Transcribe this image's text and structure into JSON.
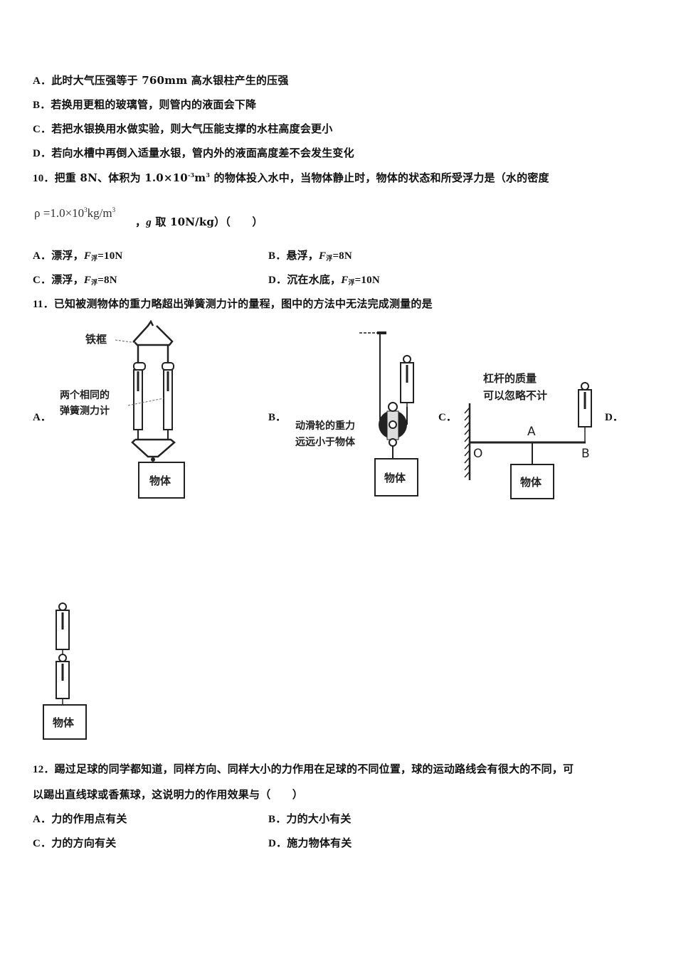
{
  "q9_options": [
    {
      "label": "A．",
      "text": "此时大气压强等于 760mm 高水银柱产生的压强"
    },
    {
      "label": "B．",
      "text": "若换用更粗的玻璃管，则管内的液面会下降"
    },
    {
      "label": "C．",
      "text": "若把水银换用水做实验，则大气压能支撑的水柱高度会更小"
    },
    {
      "label": "D．",
      "text": "若向水槽中再倒入适量水银，管内外的液面高度差不会发生变化"
    }
  ],
  "q10": {
    "number": "10．",
    "stem_part1": "把重 8N、体积为 1.0×10",
    "stem_exp1": "-3",
    "stem_part2": "m",
    "stem_exp2": "3",
    "stem_part3": " 的物体投入水中，当物体静止时，物体的状态和所受浮力是（水的密度",
    "formula_base": "ρ =1.0×10",
    "formula_exp": "3",
    "formula_unit": "kg/m",
    "formula_unit_exp": "3",
    "formula_tail_g": "g",
    "formula_tail": "取 10N/kg）（　　）",
    "formula_comma": "，",
    "options": [
      {
        "label": "A．",
        "state": "漂浮，",
        "F": "F",
        "sub": "浮",
        "value": "=10N"
      },
      {
        "label": "B．",
        "state": "悬浮，",
        "F": "F",
        "sub": "浮",
        "value": "=8N"
      },
      {
        "label": "C．",
        "state": "漂浮，",
        "F": "F",
        "sub": "浮",
        "value": "=8N"
      },
      {
        "label": "D．",
        "state": "沉在水底，",
        "F": "F",
        "sub": "浮",
        "value": "=10N"
      }
    ]
  },
  "q11": {
    "number": "11．",
    "stem": "已知被测物体的重力略超出弹簧测力计的量程，图中的方法中无法完成测量的是",
    "figures": {
      "A": {
        "label": "A．",
        "frame_label": "铁框",
        "meter_label_1": "两个相同的",
        "meter_label_2": "弹簧测力计",
        "object": "物体"
      },
      "B": {
        "label": "B．",
        "note_1": "动滑轮的重力",
        "note_2": "远远小于物体",
        "object": "物体"
      },
      "C": {
        "label": "C．",
        "note_1": "杠杆的质量",
        "note_2": "可以忽略不计",
        "point_o": "O",
        "point_a": "A",
        "point_b": "B",
        "object": "物体"
      },
      "D": {
        "label": "D．",
        "object": "物体"
      }
    }
  },
  "q12": {
    "number": "12．",
    "stem_line1": "踢过足球的同学都知道，同样方向、同样大小的力作用在足球的不同位置，球的运动路线会有很大的不同，可",
    "stem_line2": "以踢出直线球或香蕉球，这说明力的作用效果与（　　）",
    "options": [
      {
        "label": "A．",
        "text": "力的作用点有关"
      },
      {
        "label": "B．",
        "text": "力的大小有关"
      },
      {
        "label": "C．",
        "text": "力的方向有关"
      },
      {
        "label": "D．",
        "text": "施力物体有关"
      }
    ]
  }
}
